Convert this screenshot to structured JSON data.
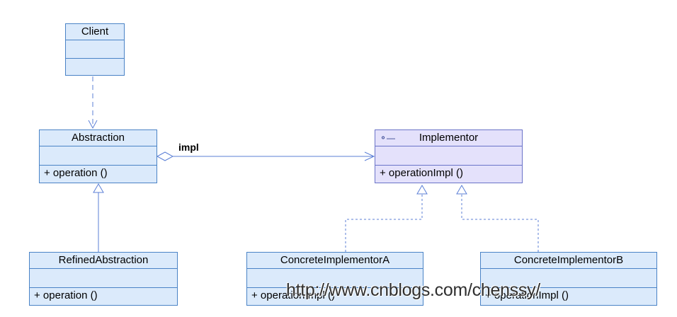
{
  "classes": {
    "client": {
      "name": "Client"
    },
    "abstraction": {
      "name": "Abstraction",
      "operation": "+ operation ()"
    },
    "implementor": {
      "name": "Implementor",
      "operation": "+ operationImpl ()",
      "icon": "interface-icon"
    },
    "refined": {
      "name": "RefinedAbstraction",
      "operation": "+ operation ()"
    },
    "concreteA": {
      "name": "ConcreteImplementorA",
      "operation": "+ operationImpl ()"
    },
    "concreteB": {
      "name": "ConcreteImplementorB",
      "operation": "+ operationImpl ()"
    }
  },
  "association_label": "impl",
  "watermark": "http://www.cnblogs.com/chenssy/",
  "colors": {
    "class_fill": "#dbeafb",
    "interface_fill": "#e4e1fb",
    "border": "#4a83c6"
  }
}
